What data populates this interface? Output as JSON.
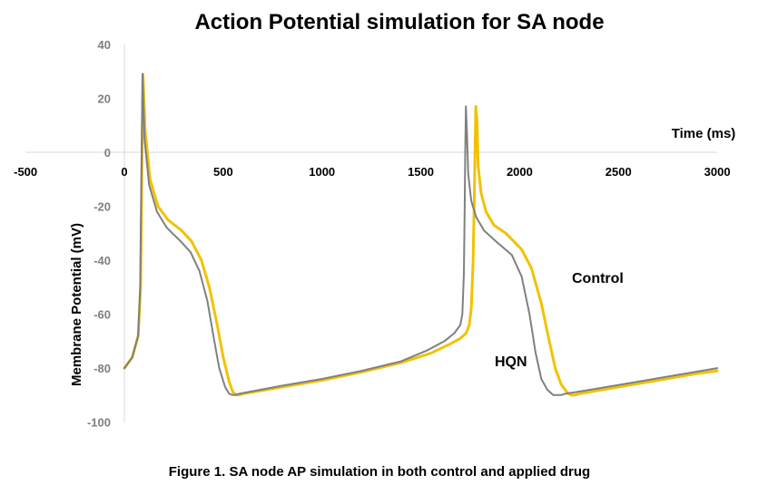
{
  "chart_data": {
    "type": "line",
    "title": "Action Potential simulation for SA node",
    "caption": "Figure 1. SA node AP simulation in both control and applied drug",
    "xlabel": "Time (ms)",
    "ylabel": "Membrane Potential (mV)",
    "xlim": [
      -500,
      3000
    ],
    "ylim": [
      -100,
      40
    ],
    "xticks": [
      "-500",
      "0",
      "500",
      "1000",
      "1500",
      "2000",
      "2500",
      "3000"
    ],
    "yticks": [
      "40",
      "20",
      "0",
      "-20",
      "-40",
      "-60",
      "-80",
      "-100"
    ],
    "grid": false,
    "colors": {
      "control": "#f2c200",
      "hqn": "#808080"
    },
    "annotations": [
      {
        "text": "Control",
        "series": "Control"
      },
      {
        "text": "HQN",
        "series": "HQN"
      }
    ],
    "series": [
      {
        "name": "Control",
        "x": [
          0,
          40,
          70,
          82,
          88,
          94,
          105,
          130,
          170,
          220,
          290,
          340,
          390,
          430,
          470,
          500,
          530,
          550,
          570,
          580,
          600,
          800,
          1000,
          1200,
          1400,
          1550,
          1650,
          1700,
          1730,
          1745,
          1755,
          1765,
          1770,
          1778,
          1784,
          1790,
          1805,
          1830,
          1870,
          1930,
          2010,
          2060,
          2110,
          2150,
          2180,
          2210,
          2240,
          2260,
          2280,
          2300,
          2500,
          2700,
          2900,
          3000
        ],
        "y": [
          -80,
          -76,
          -68,
          -50,
          -10,
          29,
          8,
          -10,
          -20,
          -25,
          -29,
          -33,
          -40,
          -50,
          -64,
          -76,
          -85,
          -89,
          -90,
          -90,
          -89.5,
          -87,
          -84.5,
          -81.5,
          -78,
          -74.5,
          -71,
          -69,
          -67,
          -64,
          -58,
          -40,
          -20,
          17,
          12,
          -5,
          -15,
          -22,
          -27,
          -30,
          -36,
          -43,
          -56,
          -70,
          -80,
          -86,
          -89,
          -90,
          -90,
          -89.5,
          -87,
          -84.5,
          -82,
          -81
        ]
      },
      {
        "name": "HQN",
        "x": [
          0,
          40,
          70,
          80,
          86,
          92,
          102,
          125,
          165,
          215,
          285,
          335,
          380,
          420,
          455,
          480,
          510,
          530,
          550,
          560,
          580,
          800,
          1000,
          1200,
          1400,
          1530,
          1620,
          1670,
          1700,
          1710,
          1718,
          1722,
          1725,
          1728,
          1733,
          1740,
          1755,
          1780,
          1820,
          1880,
          1960,
          2010,
          2050,
          2080,
          2110,
          2140,
          2170,
          2190,
          2210,
          2230,
          2400,
          2600,
          2800,
          3000
        ],
        "y": [
          -80,
          -76,
          -68,
          -50,
          -10,
          29,
          5,
          -12,
          -22,
          -28,
          -33,
          -37,
          -44,
          -55,
          -70,
          -80,
          -87,
          -89.5,
          -90,
          -90,
          -89.5,
          -86.5,
          -84,
          -81,
          -77.5,
          -73.5,
          -70,
          -67,
          -64,
          -60,
          -45,
          -20,
          0,
          17,
          8,
          -8,
          -18,
          -24,
          -29,
          -33,
          -38,
          -46,
          -60,
          -74,
          -84,
          -88,
          -90,
          -90,
          -90,
          -89.5,
          -87.5,
          -85,
          -82.5,
          -80
        ]
      }
    ]
  }
}
